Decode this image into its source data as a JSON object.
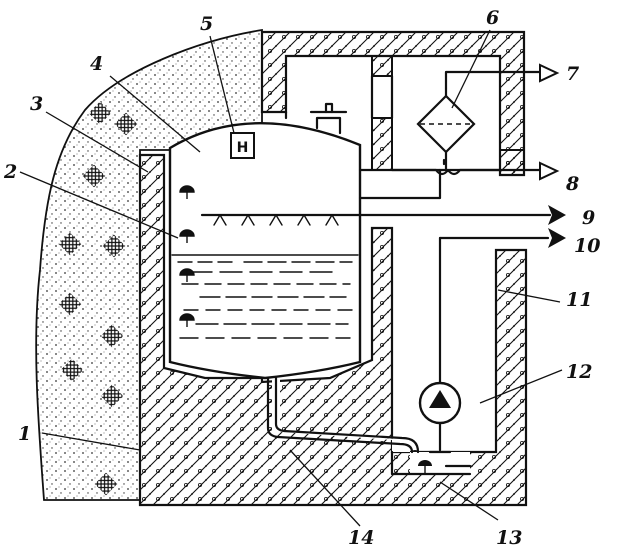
{
  "diagram": {
    "labels": {
      "l1": "1",
      "l2": "2",
      "l3": "3",
      "l4": "4",
      "l5": "5",
      "l6": "6",
      "l7": "7",
      "l8": "8",
      "l9": "9",
      "l10": "10",
      "l11": "11",
      "l12": "12",
      "l13": "13",
      "l14": "14"
    },
    "level_gauge_text": "H",
    "colors": {
      "ink": "#111111",
      "paper": "#ffffff"
    }
  }
}
